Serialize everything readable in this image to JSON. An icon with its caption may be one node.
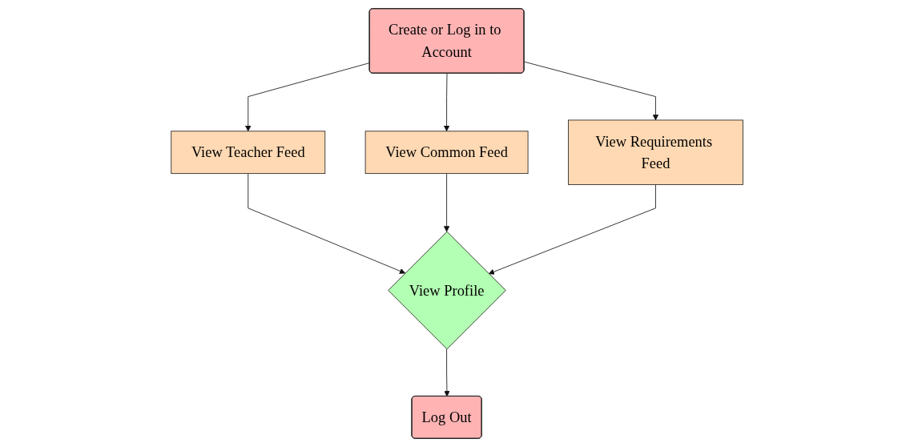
{
  "diagram": {
    "nodes": [
      {
        "text": [
          "Create or Log in to Account"
        ]
      },
      {
        "text": [
          "View Teacher Feed"
        ]
      },
      {
        "text": [
          "View Common Feed"
        ]
      },
      {
        "text": [
          "View Requirements Feed"
        ]
      },
      {
        "text": [
          "View Profile"
        ]
      },
      {
        "text": [
          "Log Out"
        ]
      }
    ],
    "edges": [
      {
        "from": 0,
        "to": 1,
        "arrow": "to"
      },
      {
        "from": 0,
        "to": 2,
        "arrow": "to"
      },
      {
        "from": 0,
        "to": 3,
        "arrow": "to"
      },
      {
        "from": 1,
        "to": 4,
        "arrow": "to"
      },
      {
        "from": 2,
        "to": 4,
        "arrow": "to"
      },
      {
        "from": 3,
        "to": 4,
        "arrow": "to"
      },
      {
        "from": 4,
        "to": 5,
        "arrow": "to"
      }
    ]
  }
}
